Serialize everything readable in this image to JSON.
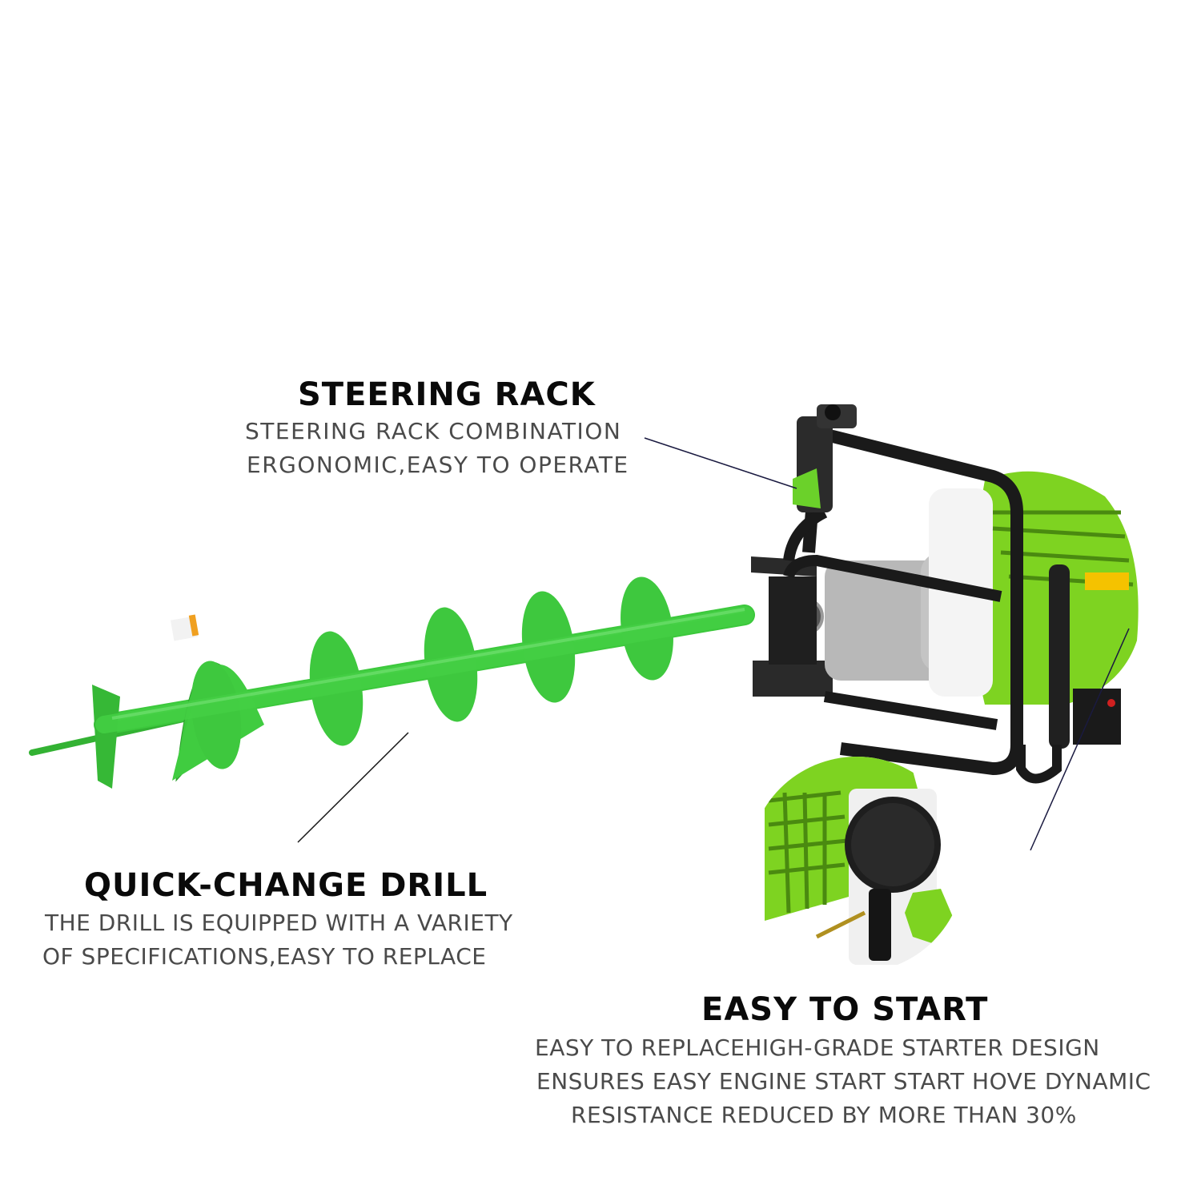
{
  "features": [
    {
      "title": "STEERING RACK",
      "lines": [
        "STEERING RACK COMBINATION",
        "ERGONOMIC,EASY TO OPERATE"
      ]
    },
    {
      "title": "QUICK-CHANGE DRILL",
      "lines": [
        "THE DRILL IS EQUIPPED WITH A VARIETY",
        "OF SPECIFICATIONS,EASY TO REPLACE"
      ]
    },
    {
      "title": "EASY TO START",
      "lines": [
        "EASY TO REPLACEHIGH-GRADE STARTER DESIGN",
        "ENSURES EASY ENGINE START START HOVE DYNAMIC",
        "RESISTANCE REDUCED BY MORE THAN 30%"
      ]
    }
  ],
  "colors": {
    "auger_green": "#3cc83c",
    "engine_green": "#7ed321",
    "frame_black": "#1a1a1a",
    "gearbox_silver": "#b8b8b8",
    "title_text": "#0a0a0a",
    "desc_text": "#4a4a4a"
  }
}
